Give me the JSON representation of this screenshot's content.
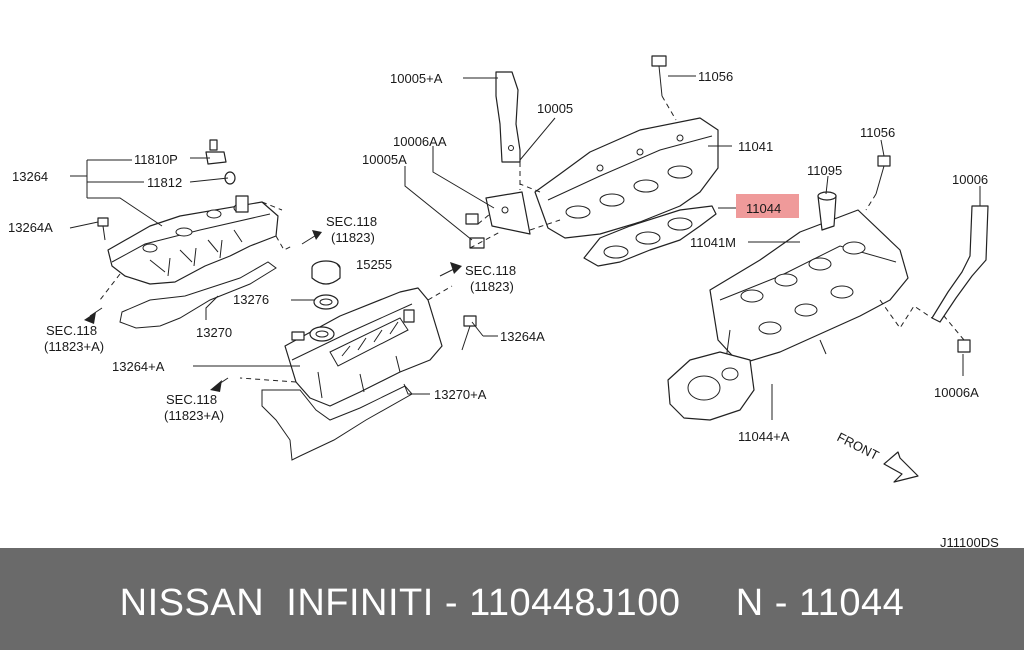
{
  "diagram": {
    "code": "J11100DS",
    "labels": {
      "p10005A_plus": "10005+A",
      "p10005": "10005",
      "p11056_top": "11056",
      "p10006AA": "10006AA",
      "p11041": "11041",
      "p10005A": "10005A",
      "p11095": "11095",
      "p11056_right": "11056",
      "p10006": "10006",
      "p11044": "11044",
      "p11041M": "11041M",
      "p11810P": "11810P",
      "p13264": "13264",
      "p11812": "11812",
      "p13264A_left": "13264A",
      "sec118_a": "SEC.118",
      "sec118_a_sub": "(11823)",
      "p15255": "15255",
      "sec118_b": "SEC.118",
      "sec118_b_sub": "(11823)",
      "p13276": "13276",
      "sec118_c": "SEC.118",
      "sec118_c_sub": "(11823+A)",
      "p13270": "13270",
      "p13264A_right": "13264A",
      "p13264_plus_A": "13264+A",
      "sec118_d": "SEC.118",
      "sec118_d_sub": "(11823+A)",
      "p13270_plus_A": "13270+A",
      "p10006A": "10006A",
      "p11044_plus_A": "11044+A",
      "front": "FRONT"
    },
    "highlight_color": "#ef9a9a"
  },
  "footer": {
    "text": "NISSAN  INFINITI - 110448J100     N - 11044",
    "background": "#6a6a6a",
    "color": "#ffffff"
  }
}
